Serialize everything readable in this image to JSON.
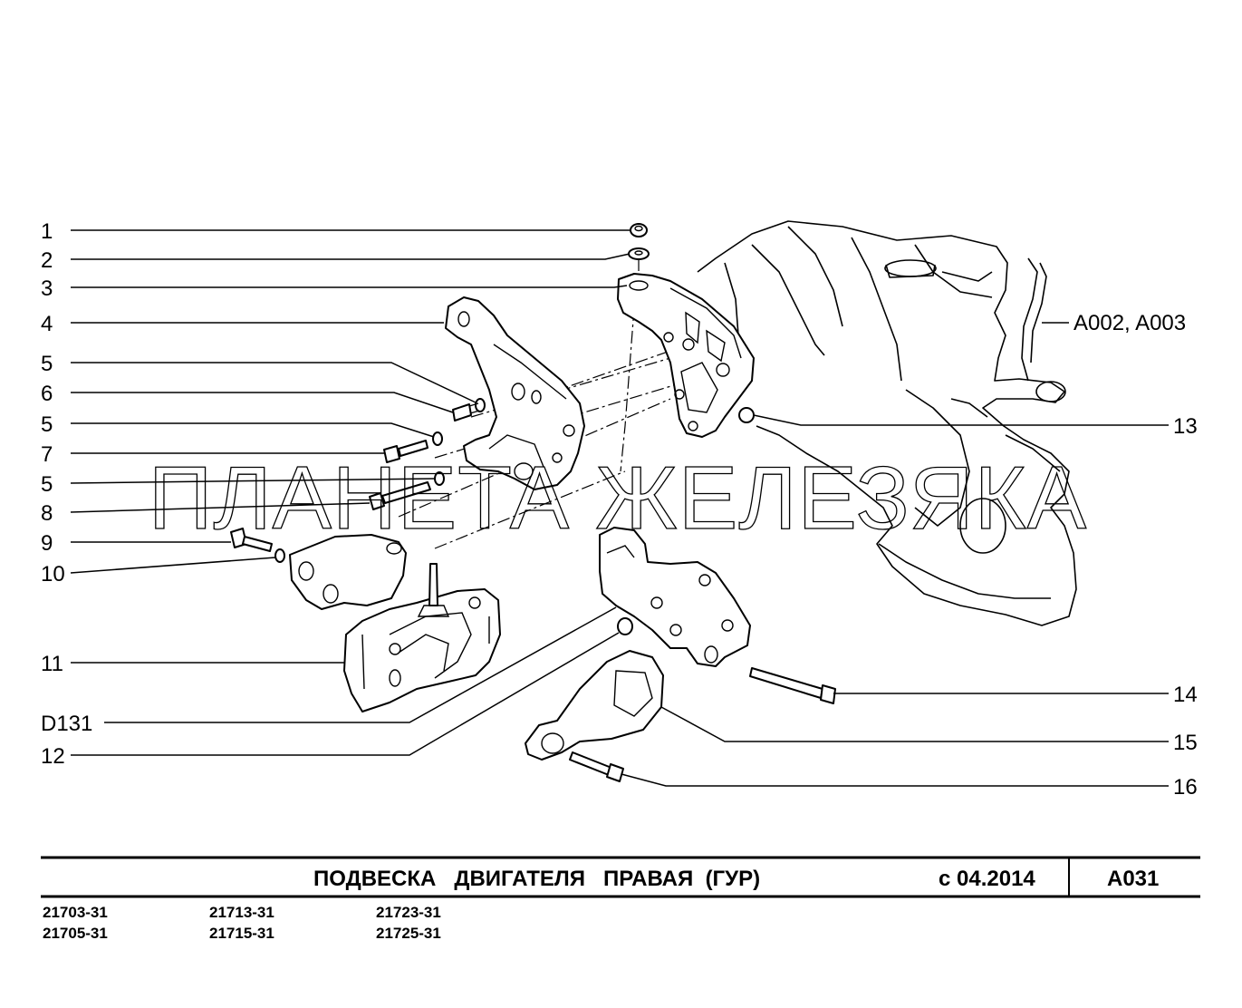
{
  "callouts_left": [
    {
      "label": "1"
    },
    {
      "label": "2"
    },
    {
      "label": "3"
    },
    {
      "label": "4"
    },
    {
      "label": "5"
    },
    {
      "label": "6"
    },
    {
      "label": "5"
    },
    {
      "label": "7"
    },
    {
      "label": "5"
    },
    {
      "label": "8"
    },
    {
      "label": "9"
    },
    {
      "label": "10"
    },
    {
      "label": "11"
    },
    {
      "label": "D131"
    },
    {
      "label": "12"
    }
  ],
  "callouts_right": [
    {
      "label": "A002, A003"
    },
    {
      "label": "13"
    },
    {
      "label": "14"
    },
    {
      "label": "15"
    },
    {
      "label": "16"
    }
  ],
  "watermark": "ПЛАНЕТА ЖЕЛЕЗЯКА",
  "title_block": {
    "title": "ПОДВЕСКА   ДВИГАТЕЛЯ   ПРАВАЯ  (ГУР)",
    "date": "с 04.2014",
    "code": "A031"
  },
  "models": [
    "21703-31",
    "21713-31",
    "21723-31",
    "21705-31",
    "21715-31",
    "21725-31"
  ]
}
